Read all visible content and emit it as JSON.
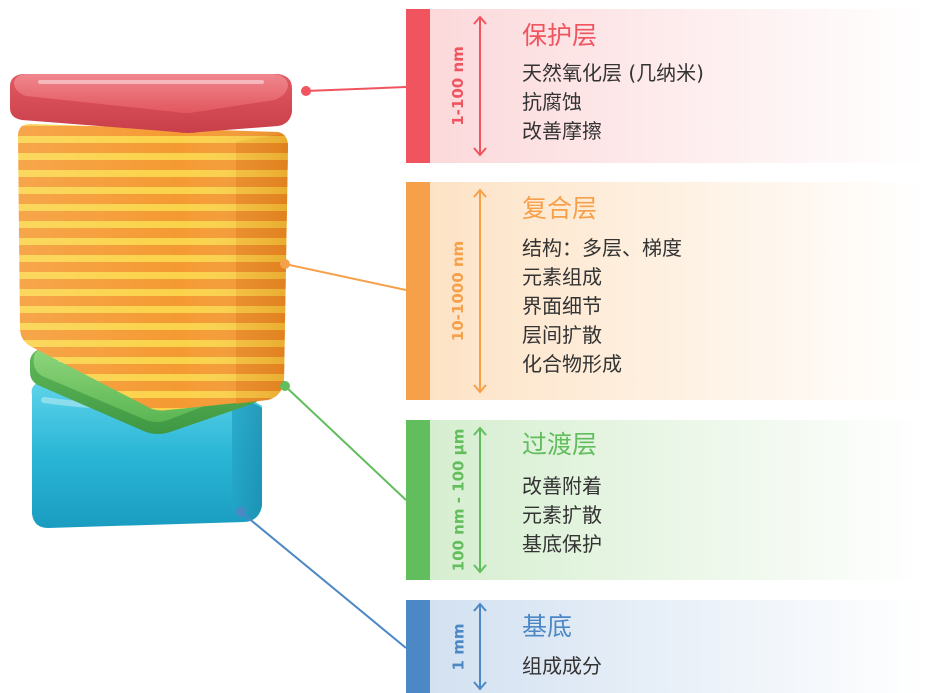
{
  "layers": [
    {
      "title": "保护层",
      "thickness": "1-100 nm",
      "color": "#f0545f",
      "items": [
        "天然氧化层 (几纳米)",
        "抗腐蚀",
        "改善摩擦"
      ]
    },
    {
      "title": "复合层",
      "thickness": "10-1000 nm",
      "color": "#f7a04a",
      "items": [
        "结构：多层、梯度",
        "元素组成",
        "界面细节",
        "层间扩散",
        "化合物形成"
      ]
    },
    {
      "title": "过渡层",
      "thickness": "100 nm - 100 μm",
      "color": "#62bd5c",
      "items": [
        "改善附着",
        "元素扩散",
        "基底保护"
      ]
    },
    {
      "title": "基底",
      "thickness": "1 mm",
      "color": "#4d88c6",
      "items": [
        "组成成分"
      ]
    }
  ],
  "colors": {
    "protective_block": "#e0535c",
    "composite_block": "#f59a32",
    "composite_stripe": "#fbd24a",
    "transition_block": "#5cb85a",
    "substrate_block": "#26b3d4"
  }
}
